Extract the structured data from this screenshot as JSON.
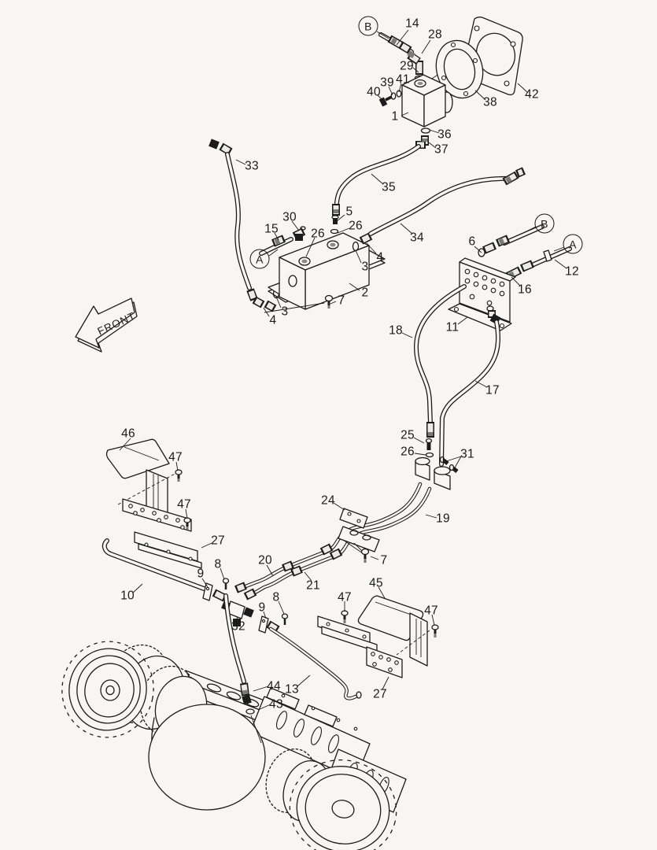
{
  "figure": {
    "type": "exploded-parts-diagram",
    "front_label": "FRONT"
  },
  "colors": {
    "background": "#f7f6f3",
    "line": "#1c1c1c"
  },
  "callouts": [
    {
      "label": "B",
      "circled": true
    },
    {
      "label": "14"
    },
    {
      "label": "28"
    },
    {
      "label": "29"
    },
    {
      "label": "41"
    },
    {
      "label": "39"
    },
    {
      "label": "40"
    },
    {
      "label": "1"
    },
    {
      "label": "36"
    },
    {
      "label": "37"
    },
    {
      "label": "38"
    },
    {
      "label": "42"
    },
    {
      "label": "33"
    },
    {
      "label": "35"
    },
    {
      "label": "30"
    },
    {
      "label": "15"
    },
    {
      "label": "5"
    },
    {
      "label": "26"
    },
    {
      "label": "26"
    },
    {
      "label": "34"
    },
    {
      "label": "4"
    },
    {
      "label": "3"
    },
    {
      "label": "A",
      "circled": true
    },
    {
      "label": "2"
    },
    {
      "label": "7"
    },
    {
      "label": "3"
    },
    {
      "label": "4"
    },
    {
      "label": "B",
      "circled": true
    },
    {
      "label": "6"
    },
    {
      "label": "A",
      "circled": true
    },
    {
      "label": "12"
    },
    {
      "label": "16"
    },
    {
      "label": "11"
    },
    {
      "label": "18"
    },
    {
      "label": "17"
    },
    {
      "label": "25"
    },
    {
      "label": "26"
    },
    {
      "label": "31"
    },
    {
      "label": "46"
    },
    {
      "label": "47"
    },
    {
      "label": "47"
    },
    {
      "label": "27"
    },
    {
      "label": "24"
    },
    {
      "label": "19"
    },
    {
      "label": "10"
    },
    {
      "label": "9"
    },
    {
      "label": "8"
    },
    {
      "label": "20"
    },
    {
      "label": "21"
    },
    {
      "label": "7"
    },
    {
      "label": "8"
    },
    {
      "label": "9"
    },
    {
      "label": "32"
    },
    {
      "label": "45"
    },
    {
      "label": "47"
    },
    {
      "label": "47"
    },
    {
      "label": "27"
    },
    {
      "label": "13"
    },
    {
      "label": "44"
    },
    {
      "label": "43"
    }
  ]
}
